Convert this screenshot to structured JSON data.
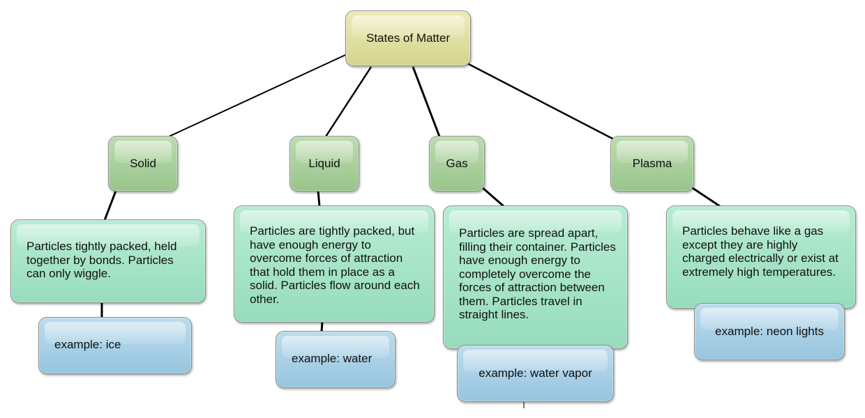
{
  "root": {
    "label": "States of Matter"
  },
  "states": [
    {
      "label": "Solid",
      "description": "Particles tightly packed, held together by bonds. Particles can only wiggle.",
      "example": "example: ice"
    },
    {
      "label": "Liquid",
      "description": "Particles are tightly packed, but have enough energy to overcome forces of attraction that hold them in place as a solid. Particles flow around each other.",
      "example": "example: water"
    },
    {
      "label": "Gas",
      "description": "Particles are spread apart, filling their container. Particles have enough energy to completely overcome the forces of attraction between them. Particles travel in straight lines.",
      "example": "example: water vapor"
    },
    {
      "label": "Plasma",
      "description": "Particles behave like a gas except they are highly charged electrically or exist at extremely high temperatures.",
      "example": "example: neon lights"
    }
  ],
  "colors": {
    "root": "#dede9e",
    "state": "#a8cf9a",
    "description": "#a6e4c8",
    "example": "#a8d0e6",
    "connector": "#000000"
  }
}
